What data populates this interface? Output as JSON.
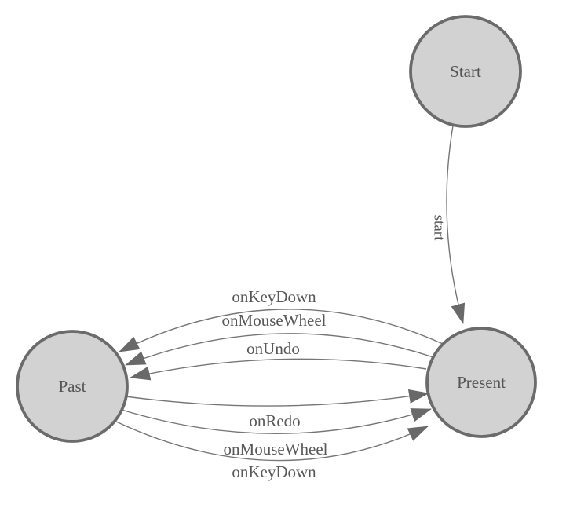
{
  "diagram": {
    "title": "finite-state-machine",
    "colors": {
      "background": "#ffffff",
      "node_fill": "#d2d2d2",
      "node_stroke": "#6b6b6b",
      "edge_stroke": "#767676",
      "arrow_fill": "#696969",
      "label_color": "#585858"
    },
    "nodes": [
      {
        "id": "start",
        "label": "Start"
      },
      {
        "id": "present",
        "label": "Present"
      },
      {
        "id": "past",
        "label": "Past"
      }
    ],
    "edges": [
      {
        "from": "start",
        "to": "present",
        "label": "start"
      },
      {
        "from": "present",
        "to": "past",
        "label": "onKeyDown"
      },
      {
        "from": "present",
        "to": "past",
        "label": "onMouseWheel"
      },
      {
        "from": "present",
        "to": "past",
        "label": "onUndo"
      },
      {
        "from": "past",
        "to": "present",
        "label": "onRedo"
      },
      {
        "from": "past",
        "to": "present",
        "label": "onMouseWheel"
      },
      {
        "from": "past",
        "to": "present",
        "label": "onKeyDown"
      }
    ]
  }
}
